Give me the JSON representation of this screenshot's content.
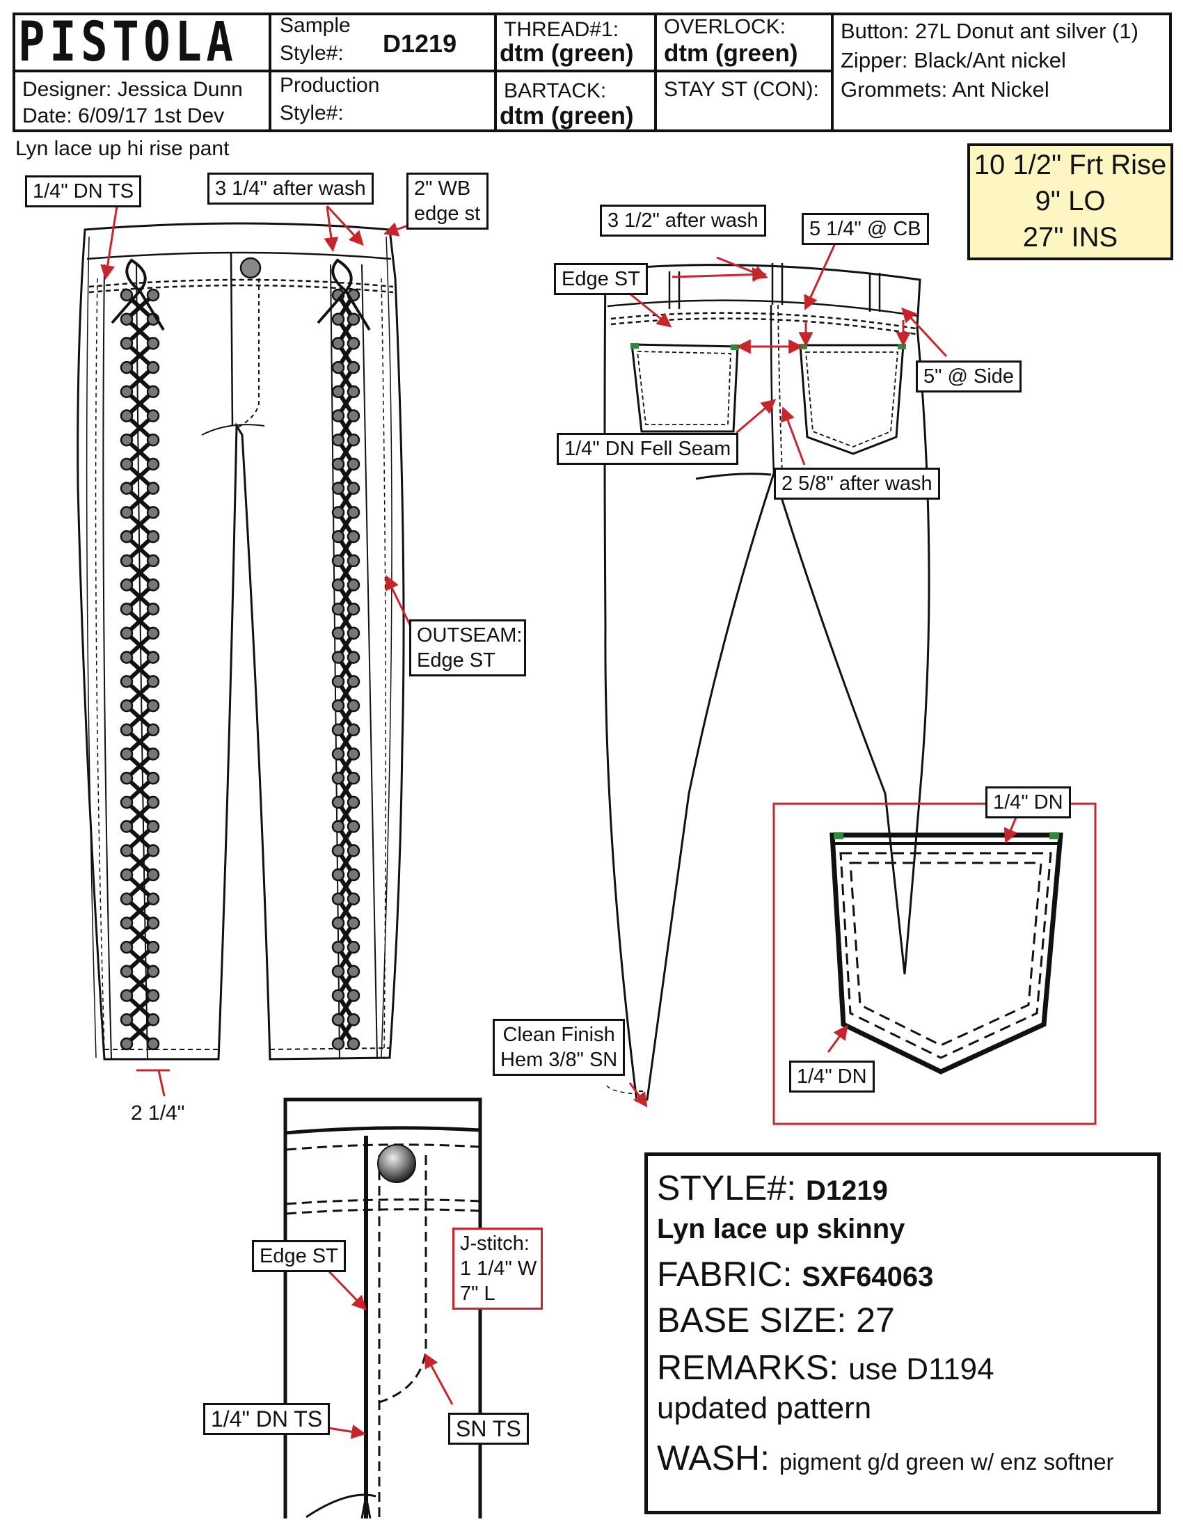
{
  "header": {
    "brand": "PISTOLA",
    "designer": "Designer: Jessica Dunn",
    "date": "Date: 6/09/17 1st Dev",
    "sample_label_1": "Sample",
    "sample_label_2": "Style#:",
    "sample_value": "D1219",
    "production_label_1": "Production",
    "production_label_2": "Style#:",
    "thread_label": "THREAD#1:",
    "thread_value": "dtm (green)",
    "bartack_label": "BARTACK:",
    "bartack_value": "dtm (green)",
    "overlock_label": "OVERLOCK:",
    "overlock_value": "dtm (green)",
    "stay_label": "STAY ST (CON):",
    "trims": [
      "Button: 27L Donut ant silver (1)",
      "Zipper: Black/Ant nickel",
      "Grommets: Ant Nickel"
    ]
  },
  "subtitle": "Lyn lace up hi rise pant",
  "measurements": [
    "10 1/2\" Frt Rise",
    "9\" LO",
    "27\" INS"
  ],
  "callouts": {
    "front_dn_ts": "1/4\" DN TS",
    "front_after_wash": "3 1/4\" after wash",
    "wb_edge_1": "2\" WB",
    "wb_edge_2": "edge st",
    "outseam_1": "OUTSEAM:",
    "outseam_2": "Edge ST",
    "hem_width": "2 1/4\"",
    "back_after_wash": "3 1/2\" after wash",
    "back_cb": "5 1/4\" @ CB",
    "back_edge_st": "Edge ST",
    "back_side": "5\" @ Side",
    "fell_seam": "1/4\" DN Fell Seam",
    "yoke_after_wash": "2 5/8\" after wash",
    "hem_1": "Clean Finish",
    "hem_2": "Hem 3/8\" SN",
    "pocket_top": "1/4\" DN",
    "pocket_bottom": "1/4\" DN",
    "fly_edge_st": "Edge ST",
    "jstitch_1": "J-stitch:",
    "jstitch_2": "1 1/4\" W",
    "jstitch_3": "7\" L",
    "fly_dn_ts": "1/4\" DN TS",
    "sn_ts": "SN TS"
  },
  "spec": {
    "style_label": "STYLE#: ",
    "style_value": "D1219",
    "name": "Lyn lace up skinny",
    "fabric_label": "FABRIC: ",
    "fabric_value": "SXF64063",
    "base_size": "BASE SIZE: 27",
    "remarks_label": "REMARKS: ",
    "remarks_value": "use D1194",
    "remarks_line2": "updated pattern",
    "wash_label": "WASH: ",
    "wash_value": "pigment g/d green w/ enz softner"
  },
  "colors": {
    "ink": "#111111",
    "callout_red": "#c8242b",
    "highlight": "#fdf6c3",
    "tack_green": "#2f8a3c"
  }
}
